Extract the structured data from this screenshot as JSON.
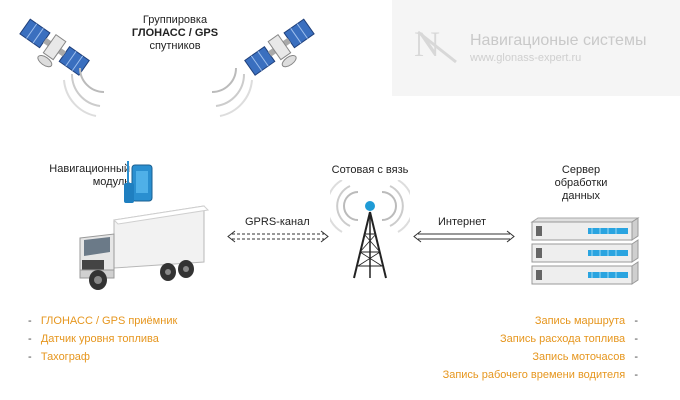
{
  "satellites": {
    "line1": "Группировка",
    "line2": "ГЛОНАСС / GPS",
    "line3": "спутников"
  },
  "watermark": {
    "title": "Навигационые системы",
    "url": "www.glonass-expert.ru"
  },
  "module": {
    "line1": "Навигационный",
    "line2": "модуль"
  },
  "cellular": {
    "label": "Сотовая с вязь"
  },
  "server": {
    "line1": "Сервер",
    "line2": "обработки",
    "line3": "данных"
  },
  "links": {
    "gprs": "GPRS-канал",
    "internet": "Интернет"
  },
  "features_left": [
    "ГЛОНАСС / GPS приёмник",
    "Датчик уровня топлива",
    "Тахограф"
  ],
  "features_right": [
    "Запись маршрута",
    "Запись расхода топлива",
    "Запись моточасов",
    "Запись рабочего времени водителя"
  ],
  "colors": {
    "accent": "#e6961e",
    "signal": "#1f9bd6",
    "satellite_panel": "#3a6fbf"
  }
}
